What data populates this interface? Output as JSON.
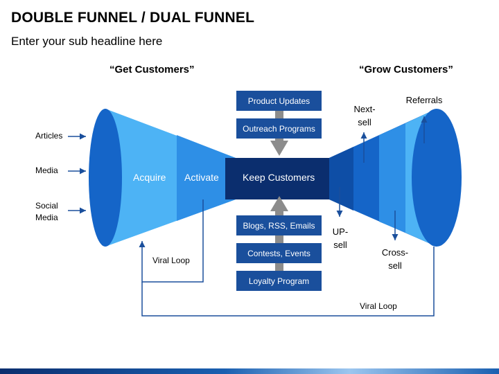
{
  "header": {
    "title": "DOUBLE FUNNEL / DUAL FUNNEL",
    "subtitle": "Enter your sub headline here"
  },
  "left_funnel": {
    "heading": "“Get Customers”",
    "sources": [
      "Articles",
      "Media",
      "Social\nMedia"
    ],
    "stages": [
      "Acquire",
      "Activate"
    ],
    "loop_label": "Viral Loop"
  },
  "center": {
    "label": "Keep Customers",
    "top_boxes": [
      "Product Updates",
      "Outreach Programs"
    ],
    "bottom_boxes": [
      "Blogs, RSS, Emails",
      "Contests, Events",
      "Loyalty Program"
    ]
  },
  "right_funnel": {
    "heading": "“Grow Customers”",
    "labels": {
      "next_sell": "Next-\nsell",
      "referrals": "Referrals",
      "up_sell": "UP-\nsell",
      "cross_sell": "Cross-\nsell"
    },
    "loop_label": "Viral Loop"
  },
  "colors": {
    "dark_blue": "#1a4f9c",
    "funnel_light": "#4db3f5",
    "funnel_mid": "#2e8fe6",
    "funnel_deep": "#1565c8",
    "funnel_darkest": "#0b2e6e",
    "arrow_gray": "#8c8c8c"
  }
}
